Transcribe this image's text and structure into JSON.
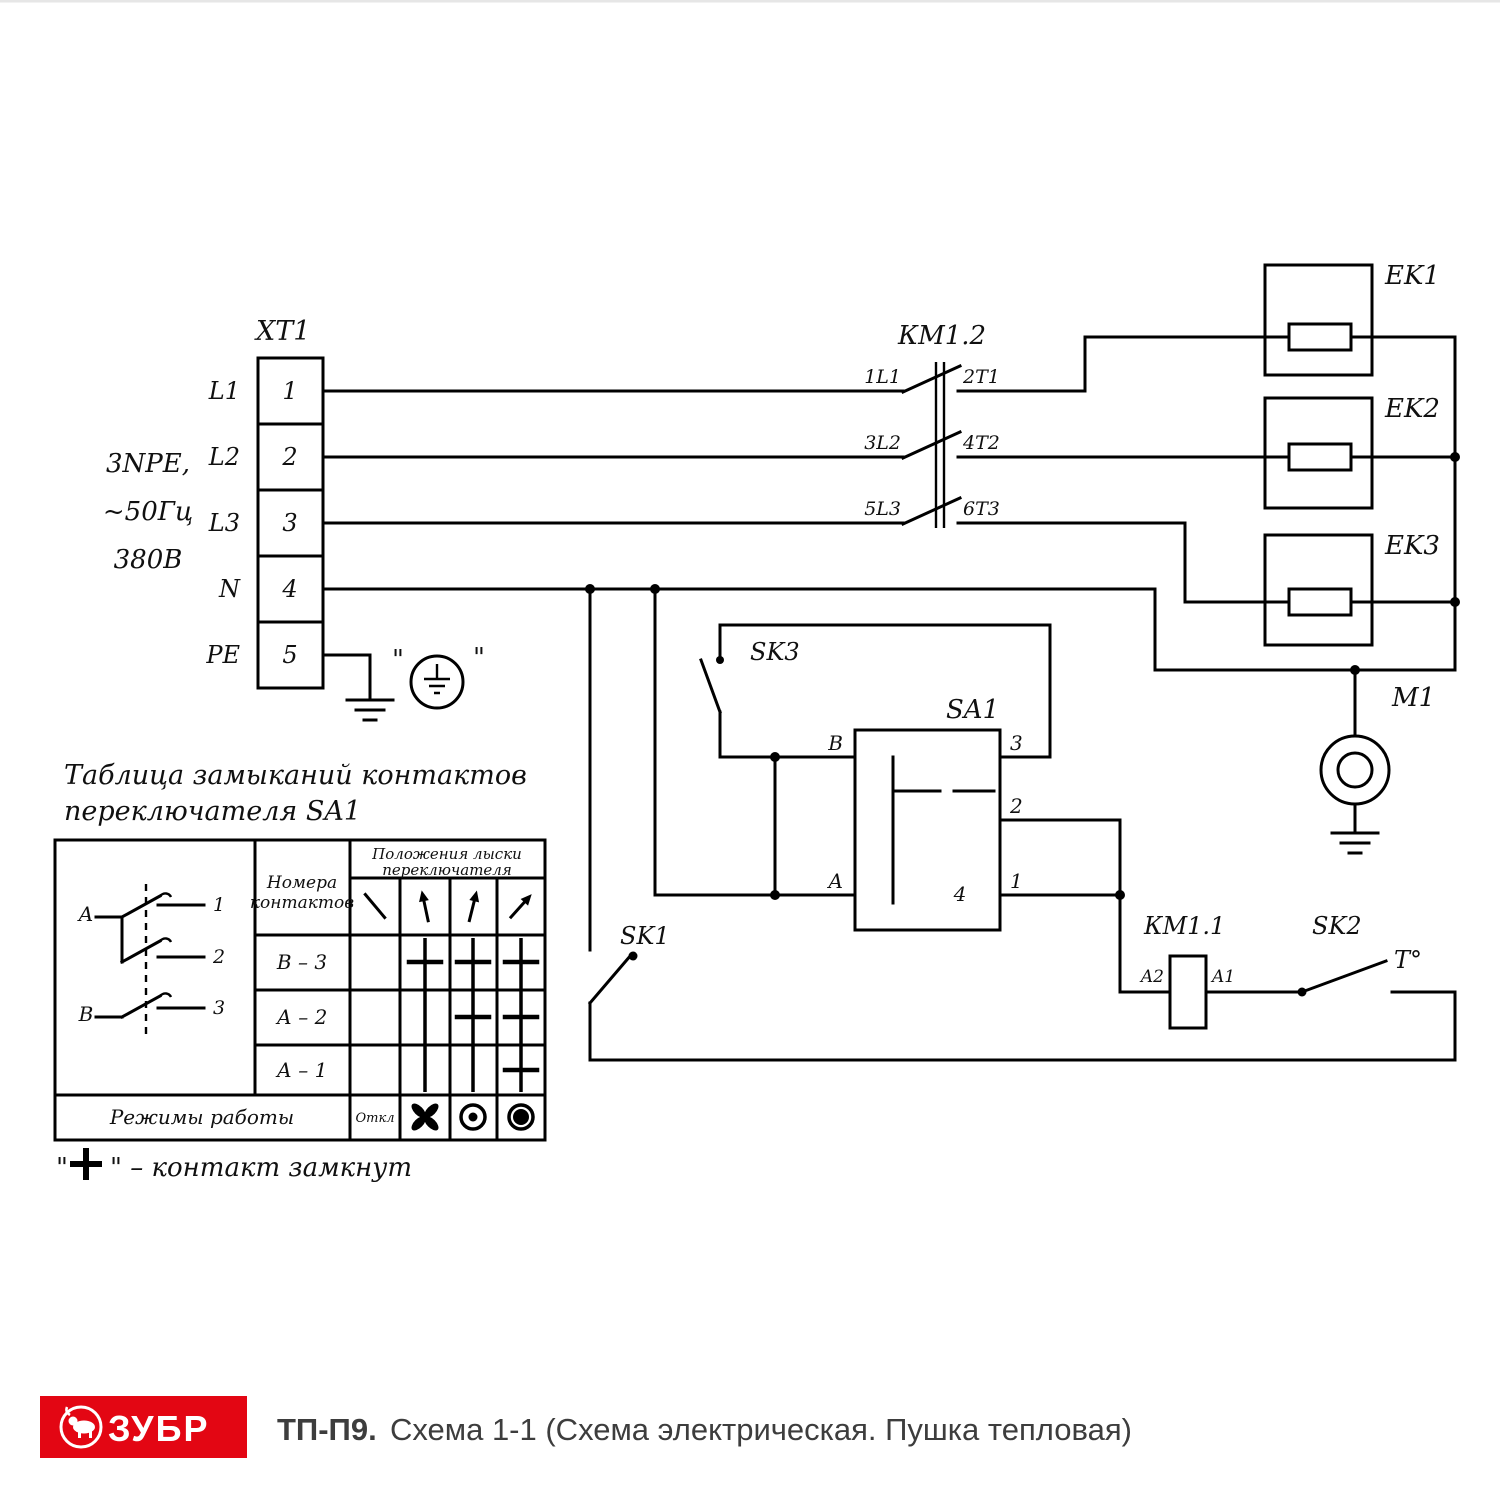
{
  "colors": {
    "ink": "#000000",
    "brand_red": "#E30613",
    "footer_text": "#3D3D3D"
  },
  "footer": {
    "brand": "ЗУБР",
    "model": "ТП-П9.",
    "subtitle": "Схема 1-1 (Схема электрическая. Пушка тепловая)"
  },
  "xt1": {
    "label": "XT1",
    "terminals": [
      "1",
      "2",
      "3",
      "4",
      "5"
    ],
    "lines": [
      "L1",
      "L2",
      "L3",
      "N",
      "PE"
    ],
    "supply": [
      "3NPE,",
      "~50Гц",
      "380В"
    ]
  },
  "km12": {
    "label": "КМ1.2",
    "poles": [
      {
        "in": "1L1",
        "out": "2T1"
      },
      {
        "in": "3L2",
        "out": "4T2"
      },
      {
        "in": "5L3",
        "out": "6T3"
      }
    ]
  },
  "heaters": [
    {
      "label": "EK1"
    },
    {
      "label": "EK2"
    },
    {
      "label": "EK3"
    }
  ],
  "motor": {
    "label": "M1"
  },
  "sa1": {
    "label": "SA1",
    "b": "B",
    "a": "A",
    "t3": "3",
    "t2": "2",
    "t1": "1",
    "t4": "4"
  },
  "sk": {
    "sk1": "SK1",
    "sk2": "SK2",
    "sk2_temp": "T°",
    "sk3": "SK3"
  },
  "km11": {
    "label": "КМ1.1",
    "a2": "A2",
    "a1": "A1"
  },
  "pe_mark": {
    "q1": "\"",
    "q2": "\""
  },
  "table": {
    "title1": "Таблица замыканий контактов",
    "title2": "переключателя SA1",
    "contacts_header1": "Номера",
    "contacts_header2": "контактов",
    "positions_header1": "Положения лыски",
    "positions_header2": "переключателя",
    "rows": [
      "В – 3",
      "А – 2",
      "А – 1"
    ],
    "marks": [
      [
        0,
        1,
        1,
        1
      ],
      [
        0,
        0,
        1,
        1
      ],
      [
        0,
        0,
        0,
        1
      ]
    ],
    "modes_label": "Режимы работы",
    "off_label": "Откл",
    "diag": {
      "a": "A",
      "b": "B",
      "n1": "1",
      "n2": "2",
      "n3": "3"
    },
    "legend_open": "\"",
    "legend_close": "\" – контакт замкнут"
  }
}
